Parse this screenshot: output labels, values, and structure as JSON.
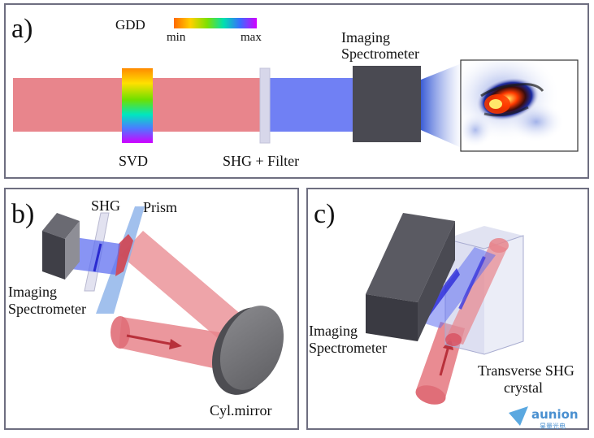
{
  "panel_a": {
    "letter": "a)",
    "colorbar": {
      "title": "GDD",
      "min_label": "min",
      "max_label": "max"
    },
    "svd_label": "SVD",
    "shg_filter_label": "SHG + Filter",
    "spectrometer_label": [
      "Imaging",
      "Spectrometer"
    ]
  },
  "panel_b": {
    "letter": "b)",
    "shg_label": "SHG",
    "prism_label": "Prism",
    "spectrometer_label": [
      "Imaging",
      "Spectrometer"
    ],
    "mirror_label": "Cyl.mirror"
  },
  "panel_c": {
    "letter": "c)",
    "spectrometer_label": [
      "Imaging",
      "Spectrometer"
    ],
    "crystal_label": [
      "Transverse SHG",
      "crystal"
    ]
  },
  "watermark": {
    "text": "aunion",
    "subtext": "昊量光电"
  },
  "colors": {
    "red_beam": "#e8858c",
    "blue_beam": "#7080f4",
    "box": "#4a4a52",
    "frame": "#6e6e80"
  }
}
